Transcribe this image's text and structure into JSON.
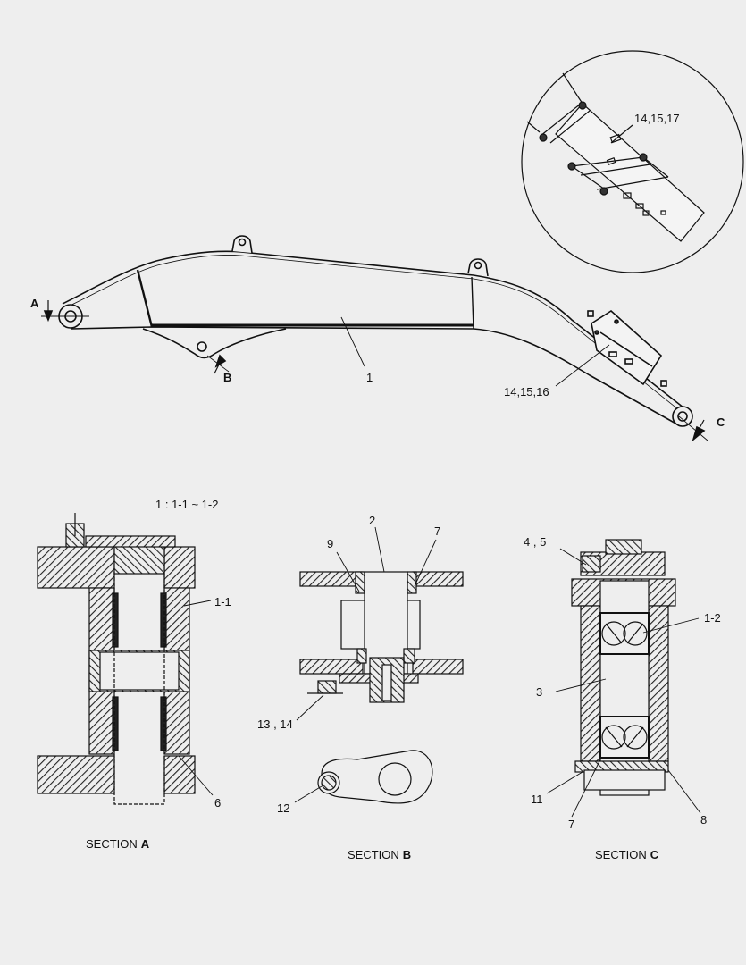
{
  "callouts": {
    "inset_parts": "14,15,17",
    "main_boom": "1",
    "bracket_parts": "14,15,16",
    "view_a": "A",
    "view_b": "B",
    "view_c": "C",
    "scale_note": "1 : 1-1 ~ 1-2"
  },
  "section_a": {
    "label_prefix": "SECTION",
    "label_letter": "A",
    "part_bushing": "1-1",
    "part_6": "6"
  },
  "section_b": {
    "label_prefix": "SECTION",
    "label_letter": "B",
    "part_2": "2",
    "part_9": "9",
    "part_7": "7",
    "part_13_14": "13 , 14",
    "part_12": "12"
  },
  "section_c": {
    "label_prefix": "SECTION",
    "label_letter": "C",
    "part_4_5": "4 , 5",
    "part_1_2": "1-2",
    "part_3": "3",
    "part_11": "11",
    "part_7": "7",
    "part_8": "8"
  }
}
